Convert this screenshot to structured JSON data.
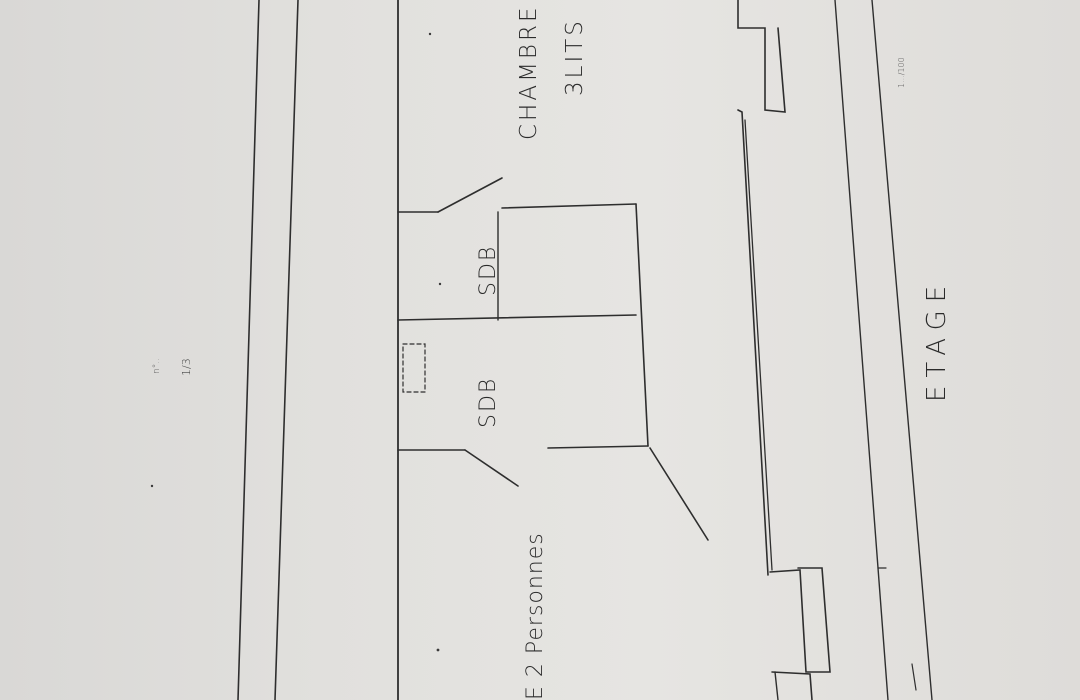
{
  "plan": {
    "room_chambre_label": "CHAMBRE",
    "room_chambre_beds": "3LITS",
    "bathroom_1_label": "SDB",
    "bathroom_2_label": "SDB",
    "room_double_label": "E 2 Personnes",
    "floor_label": "ETAGE",
    "scale_note": "1.../100",
    "margin_note_n": "n°..",
    "margin_note_fraction": "1/3"
  },
  "colors": {
    "paper": "#e3e2df",
    "ink": "#2b2b2b"
  }
}
